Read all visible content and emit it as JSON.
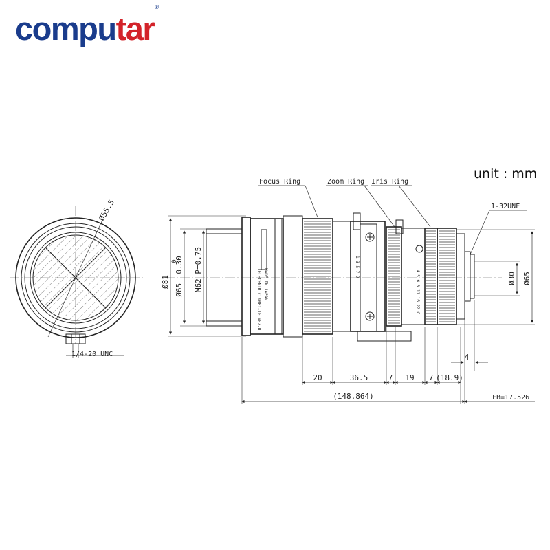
{
  "brand": {
    "logo_main": "compu",
    "logo_accent": "tar",
    "logo_mark": "®"
  },
  "unit_label": "unit : mm",
  "callouts": {
    "focus_ring": "Focus Ring",
    "zoom_ring": "Zoom Ring",
    "iris_ring": "Iris Ring",
    "mount_thread": "1-32UNF",
    "tripod_thread": "1/4-20 UNC",
    "front_diameter": "Ø55.5"
  },
  "vertical_dims": {
    "d81": "Ø81",
    "d65_tol": "Ø65 −0.30",
    "tol_upper": "0",
    "thread": "M62 P=0.75",
    "d30": "Ø30",
    "d65_rear": "Ø65"
  },
  "horizontal_dims": {
    "seg_20": "20",
    "seg_36_5": "36.5",
    "seg_7a": "7",
    "seg_19": "19",
    "seg_7b": "7",
    "seg_18_9": "(18.9)",
    "total": "(148.864)",
    "flange_back": "FB=17.526",
    "step_4": "4"
  },
  "lens_markings": {
    "model_text": "TELECENTRIC 9001-TE VEZ-0",
    "origin_text": "MADE IN JAPAN",
    "zoom_scale": "1 3 5 7 9",
    "iris_scale": "4 5.6 8 11 16 22 C"
  }
}
